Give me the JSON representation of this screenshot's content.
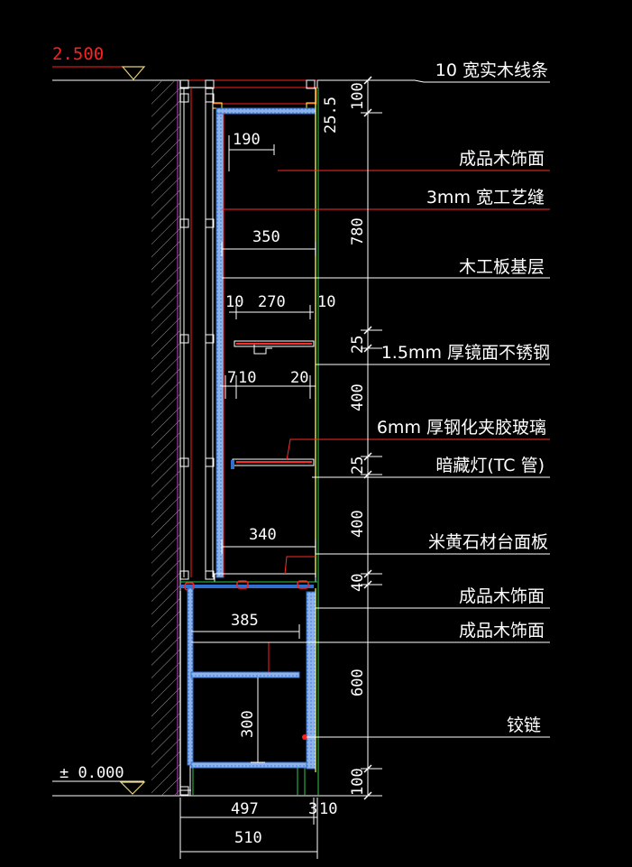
{
  "colors": {
    "background": "#000000",
    "text": "#ffffff",
    "elevation_red": "#ff2020",
    "leader_red": "#ff2a2a",
    "panel_blue": "#2f6fd0",
    "panel_fill": "#8fb3e8",
    "board_green": "#2ec84a",
    "yellow": "#ffff40",
    "magenta": "#d040d0",
    "wall_gray": "#9a9a9a"
  },
  "levels": {
    "top": "2.500",
    "bottom": "± 0.000"
  },
  "callouts": [
    "10 宽实木线条",
    "成品木饰面",
    "3mm 宽工艺缝",
    "木工板基层",
    "1.5mm 厚镜面不锈钢",
    "6mm 厚钢化夹胶玻璃",
    "暗藏灯(TC 管)",
    "米黄石材台面板",
    "成品木饰面",
    "成品木饰面",
    "铰链"
  ],
  "vertical_dims": [
    "100",
    "25.5",
    "780",
    "25",
    "400",
    "25",
    "400",
    "40",
    "600",
    "100"
  ],
  "horizontal_dims": {
    "d190": "190",
    "d350": "350",
    "d10a": "10",
    "d270": "270",
    "d10b": "10",
    "d7": "7",
    "d10c": "10",
    "d20": "20",
    "d340": "340",
    "d385": "385",
    "d300": "300",
    "d497": "497",
    "d3": "3",
    "d10d": "10",
    "d510": "510"
  }
}
